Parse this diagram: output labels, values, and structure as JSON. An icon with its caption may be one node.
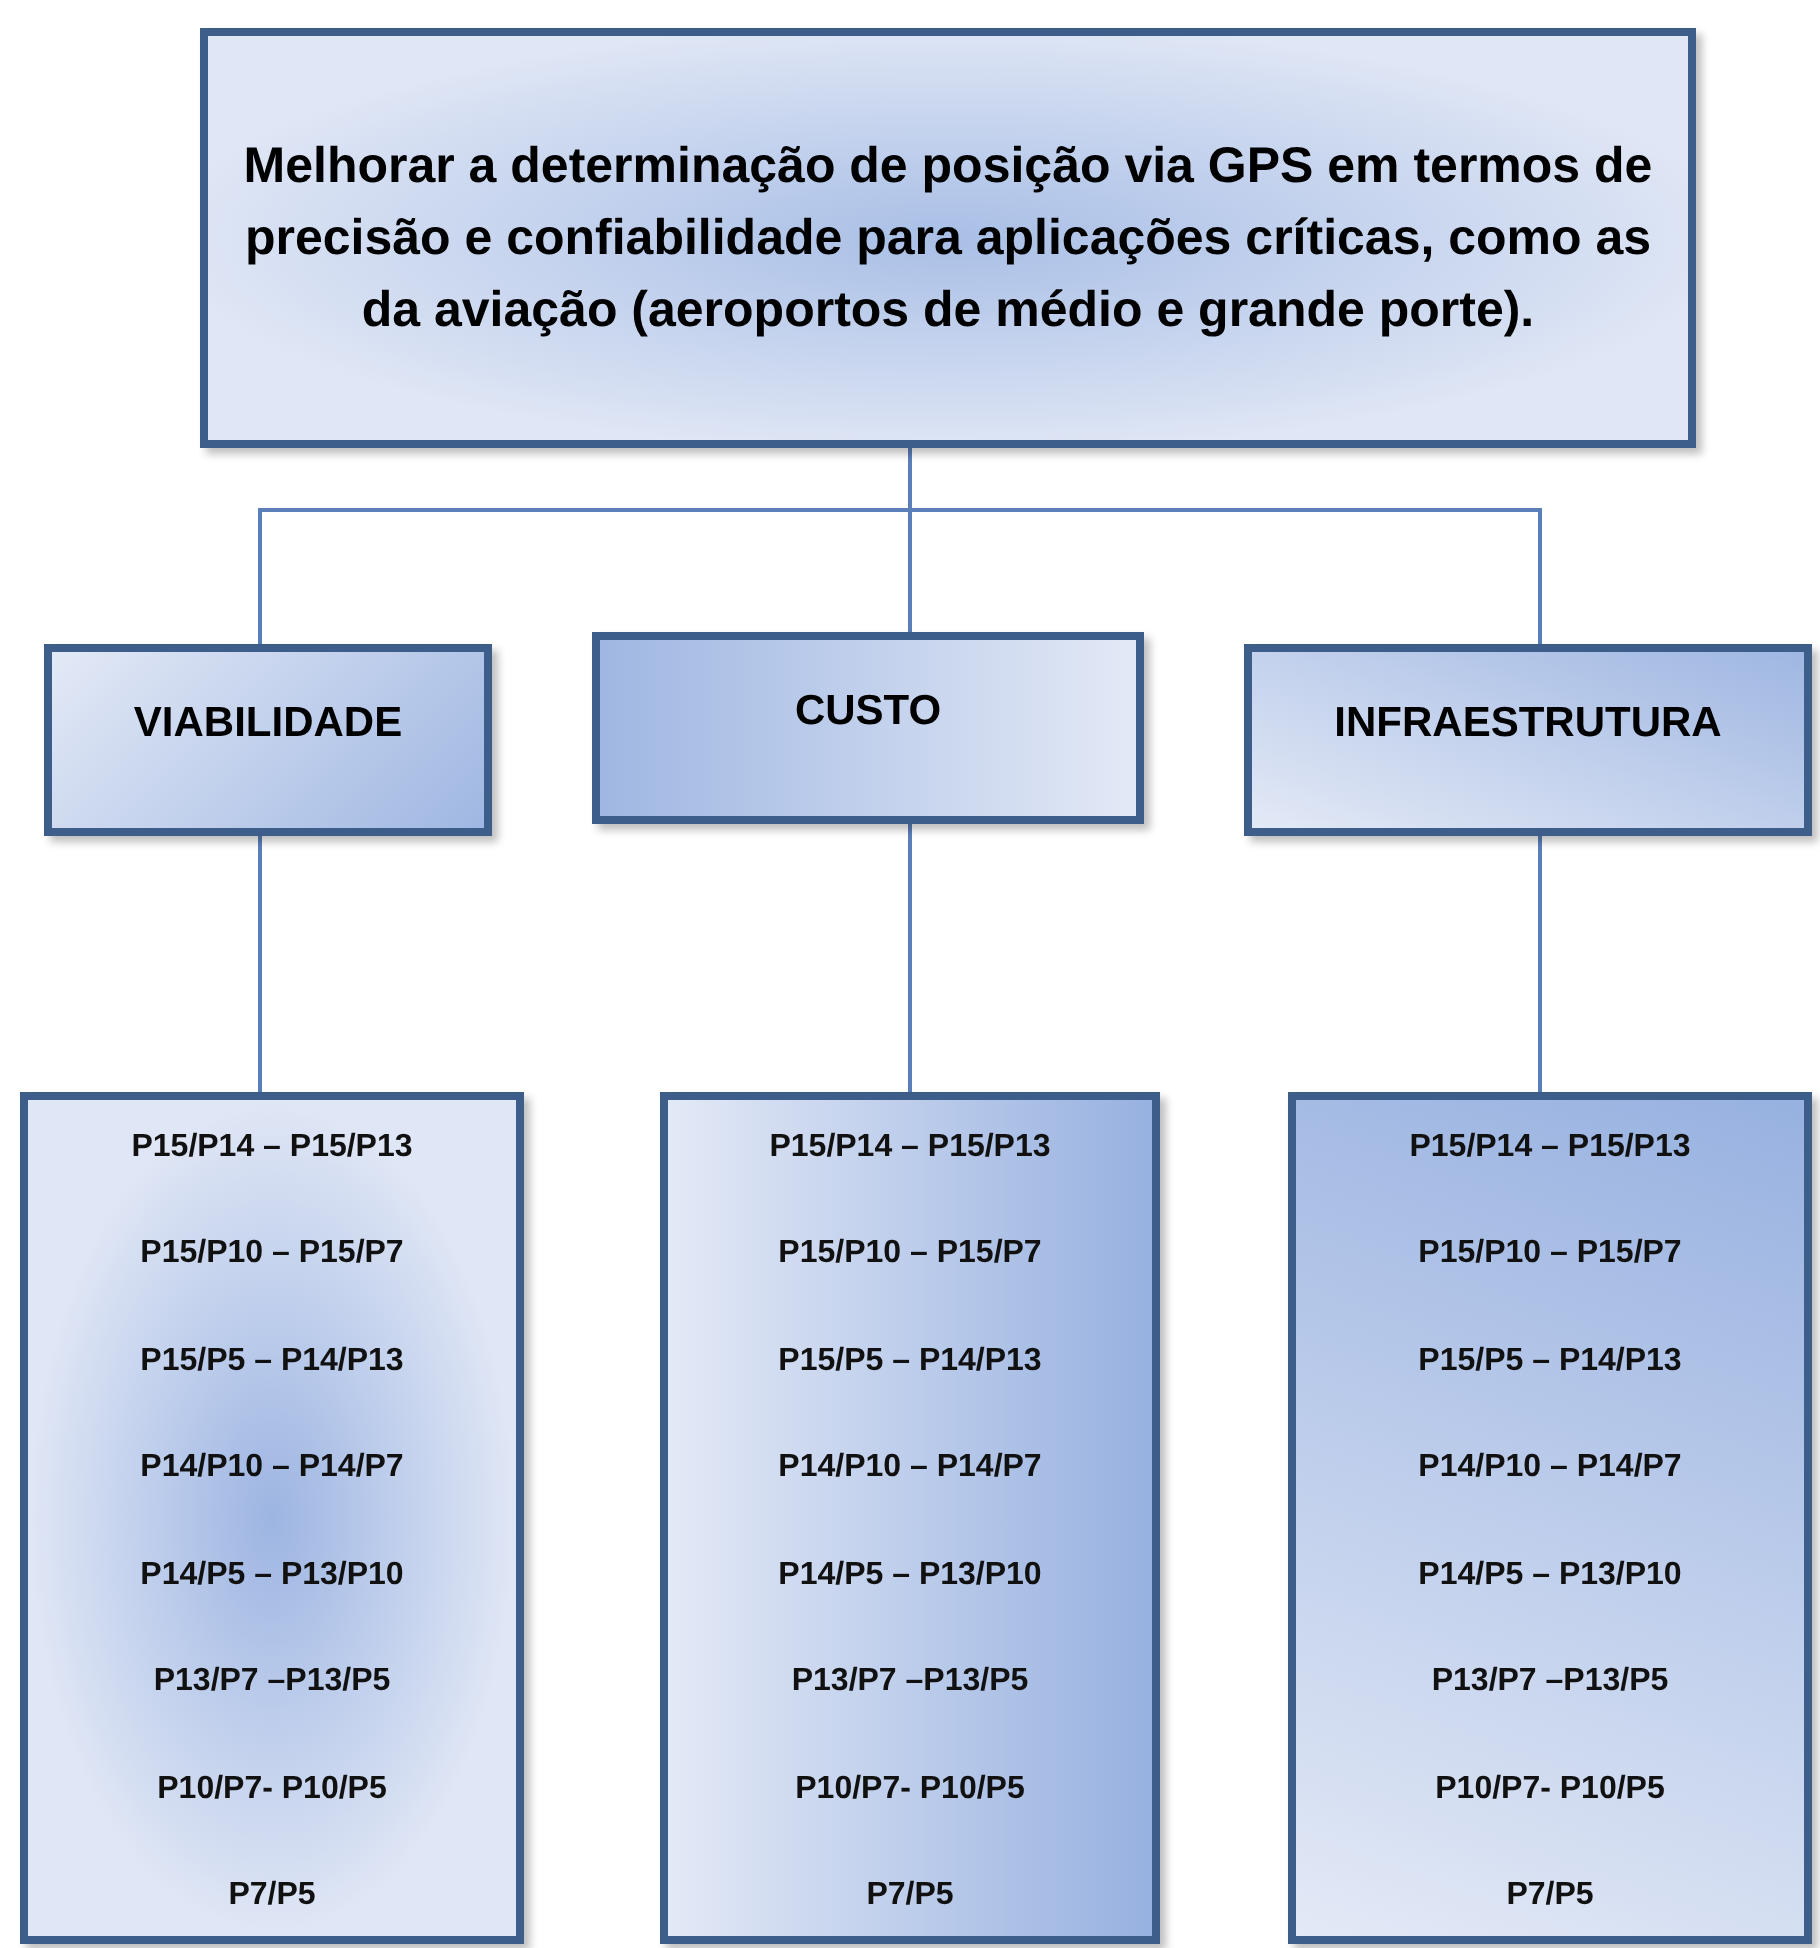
{
  "diagram": {
    "nodes": [
      {
        "text": [
          "Melhorar a determinação de posição via GPS em termos de precisão e confiabilidade para aplicações críticas, como as da aviação (aeroportos de médio e grande porte)."
        ]
      },
      {
        "text": [
          "VIABILIDADE"
        ]
      },
      {
        "text": [
          "CUSTO"
        ]
      },
      {
        "text": [
          "INFRAESTRUTURA"
        ]
      },
      {
        "text": [
          "P15/P14 – P15/P13",
          "P15/P10 – P15/P7",
          "P15/P5 – P14/P13",
          "P14/P10 – P14/P7",
          "P14/P5 – P13/P10",
          "P13/P7 –P13/P5",
          "P10/P7- P10/P5",
          "P7/P5"
        ]
      },
      {
        "text": [
          "P15/P14 – P15/P13",
          "P15/P10 – P15/P7",
          "P15/P5 – P14/P13",
          "P14/P10 – P14/P7",
          "P14/P5 – P13/P10",
          "P13/P7 –P13/P5",
          "P10/P7- P10/P5",
          "P7/P5"
        ]
      },
      {
        "text": [
          "P15/P14 – P15/P13",
          "P15/P10 – P15/P7",
          "P15/P5 – P14/P13",
          "P14/P10 – P14/P7",
          "P14/P5 – P13/P10",
          "P13/P7 –P13/P5",
          "P10/P7- P10/P5",
          "P7/P5"
        ]
      }
    ],
    "edges": [
      {
        "from": 0,
        "to": 1,
        "arrow": "none"
      },
      {
        "from": 0,
        "to": 2,
        "arrow": "none"
      },
      {
        "from": 0,
        "to": 3,
        "arrow": "none"
      },
      {
        "from": 1,
        "to": 4,
        "arrow": "none"
      },
      {
        "from": 2,
        "to": 5,
        "arrow": "none"
      },
      {
        "from": 3,
        "to": 6,
        "arrow": "none"
      }
    ]
  }
}
